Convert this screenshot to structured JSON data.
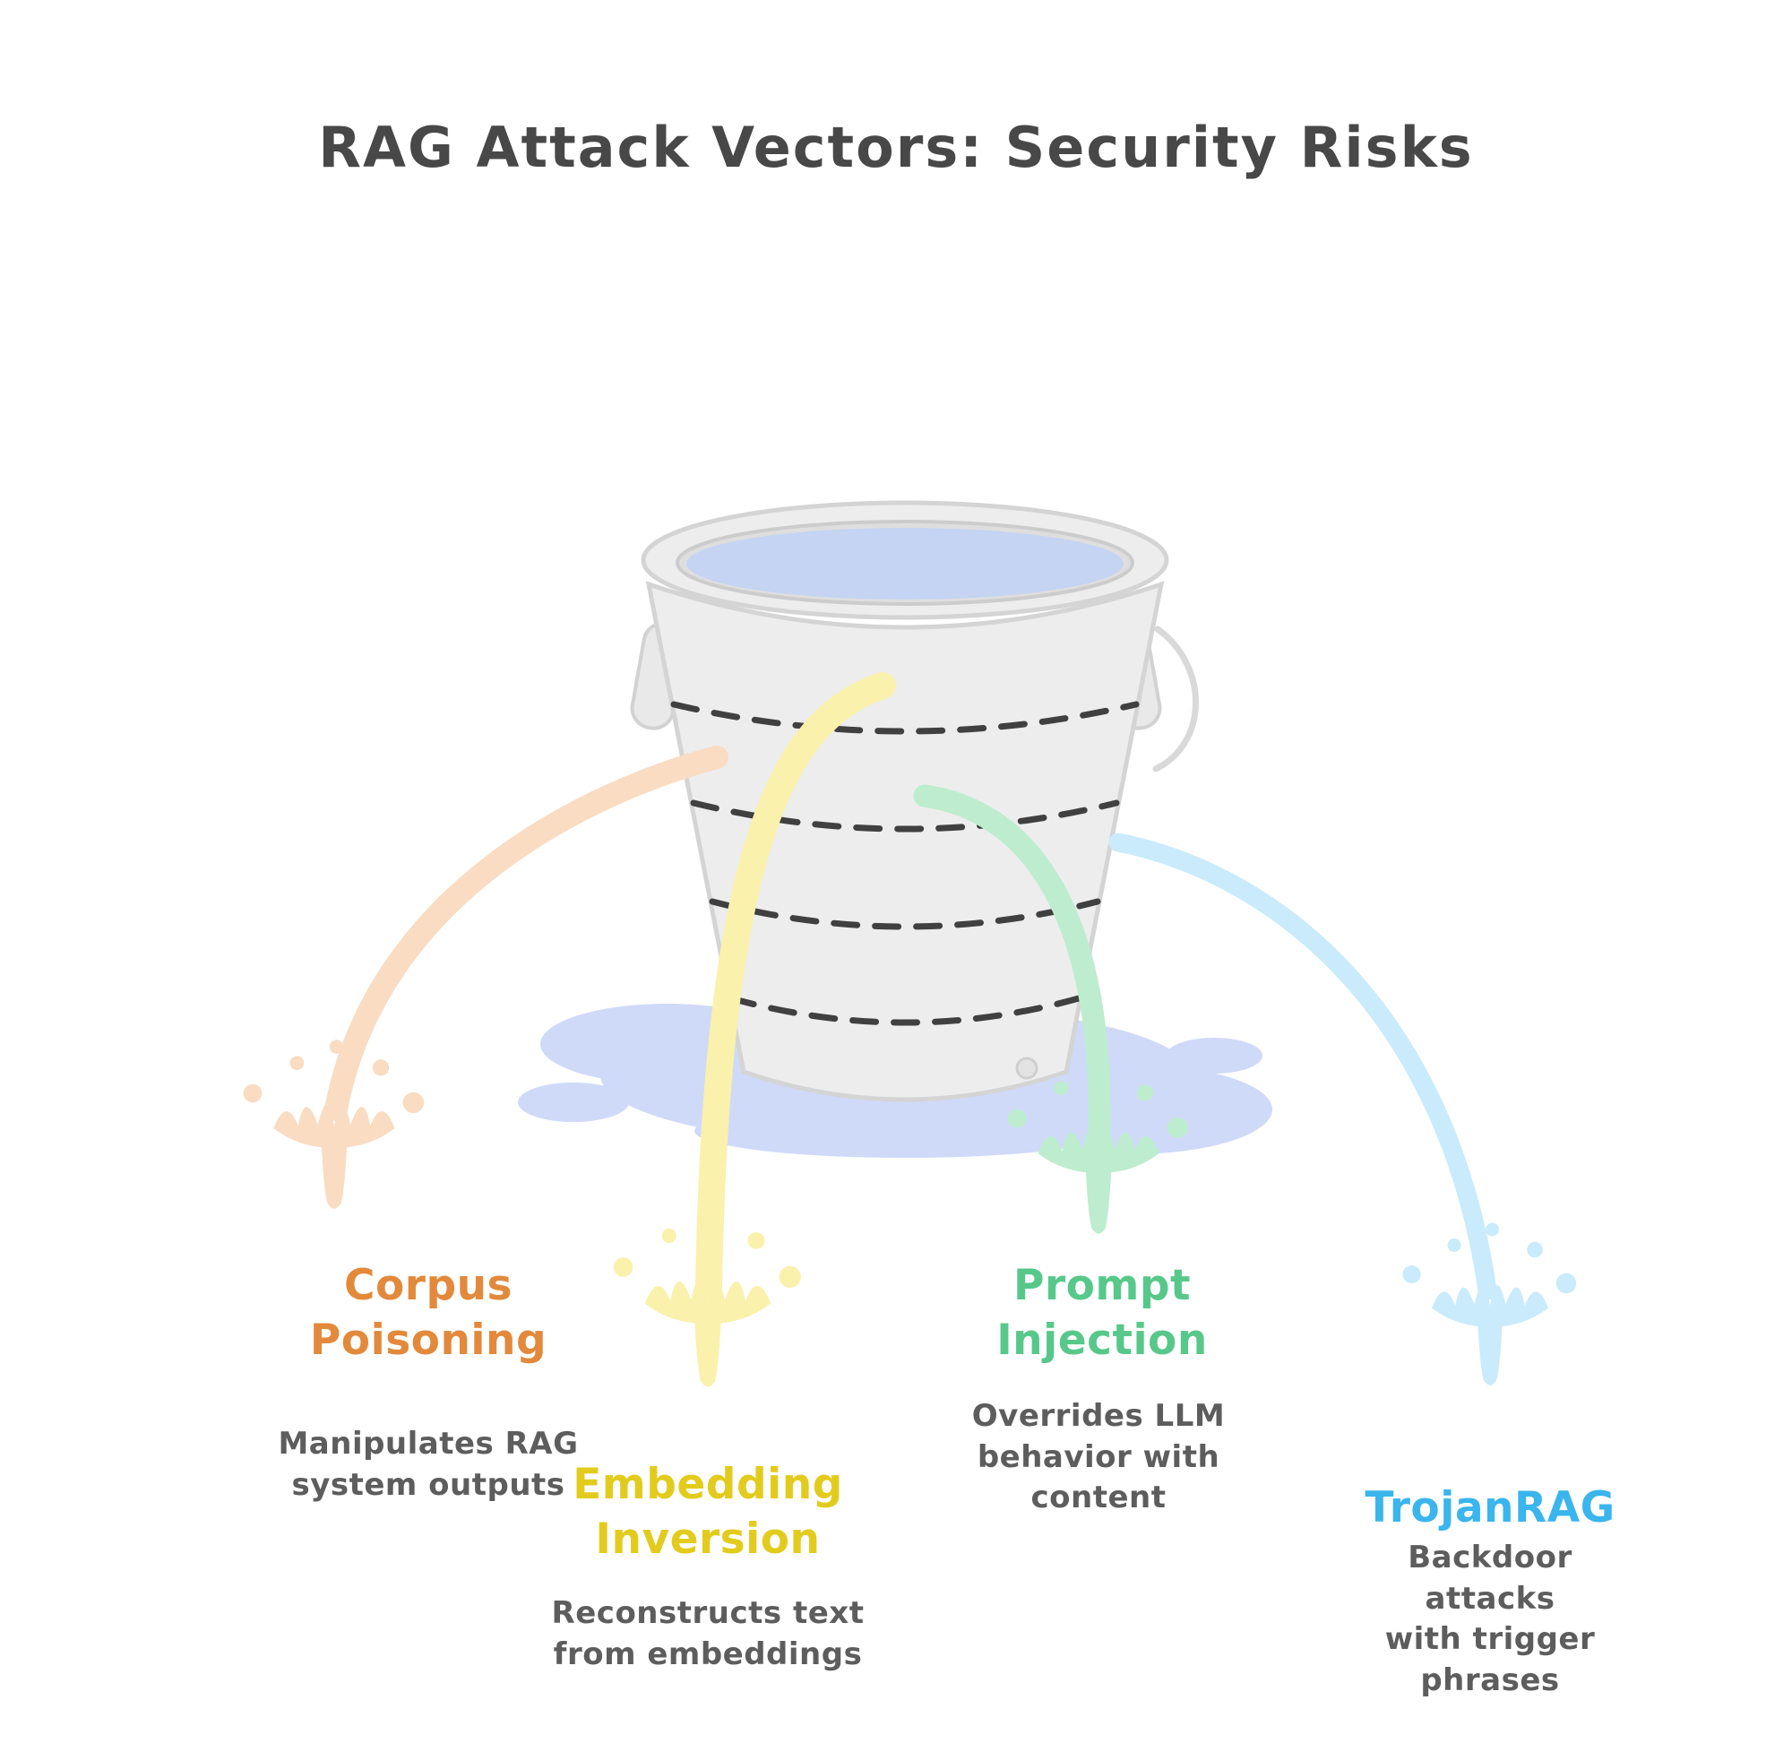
{
  "title": "RAG Attack Vectors: Security Risks",
  "colors": {
    "title": "#484848",
    "description": "#5d5d5d",
    "bucket_fill": "#ededed",
    "water": "#c4d4f2",
    "puddle": "#cfdaf8",
    "hoop_dashes": "#404040"
  },
  "vectors": [
    {
      "label": "Corpus\nPoisoning",
      "description": "Manipulates RAG\nsystem outputs",
      "label_color": "#e2893b",
      "stream_color": "#f9dcc2"
    },
    {
      "label": "Embedding\nInversion",
      "description": "Reconstructs text\nfrom embeddings",
      "label_color": "#e3cb1d",
      "stream_color": "#faf1ac"
    },
    {
      "label": "Prompt\nInjection",
      "description": "Overrides LLM\nbehavior with\ncontent",
      "label_color": "#57c88a",
      "stream_color": "#bdedce"
    },
    {
      "label": "TrojanRAG",
      "description": "Backdoor attacks\nwith trigger\nphrases",
      "label_color": "#3ab5ed",
      "stream_color": "#c9ebfb"
    }
  ]
}
